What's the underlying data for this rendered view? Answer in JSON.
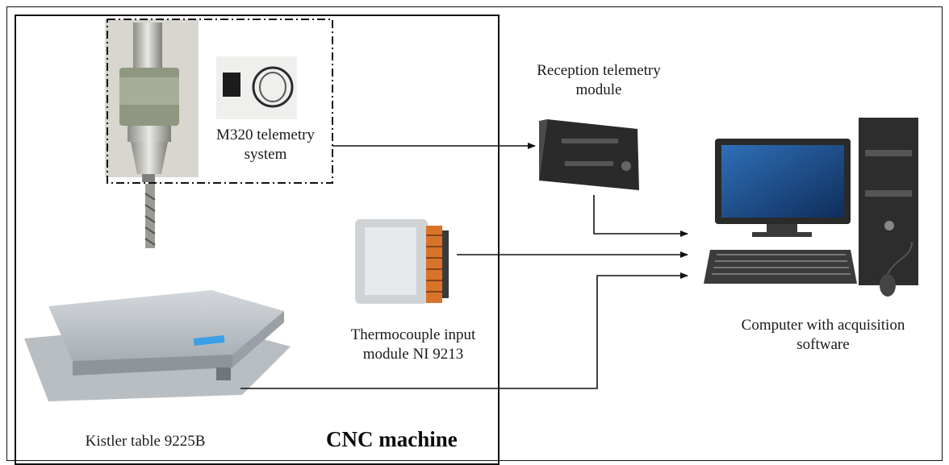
{
  "labels": {
    "telemetry_system": [
      "M320 telemetry",
      "system"
    ],
    "reception_module": [
      "Reception telemetry",
      "module"
    ],
    "thermocouple_module": [
      "Thermocouple input",
      "module NI 9213"
    ],
    "computer": [
      "Computer with acquisition",
      "software"
    ],
    "kistler_table": "Kistler table 9225B",
    "cnc_machine": "CNC machine"
  },
  "icons": {
    "tool_holder": "tool-holder-photo",
    "antenna": "telemetry-antenna-photo",
    "receiver": "reception-module-photo",
    "daq": "ni-module-photo",
    "dynamometer": "kistler-dynamometer-photo",
    "computer": "desktop-computer-icon"
  },
  "colors": {
    "line": "#111111",
    "accent_blue": "#3aa0e6",
    "connector_orange": "#d9732a",
    "screen_blue": "#1e4f8c"
  }
}
